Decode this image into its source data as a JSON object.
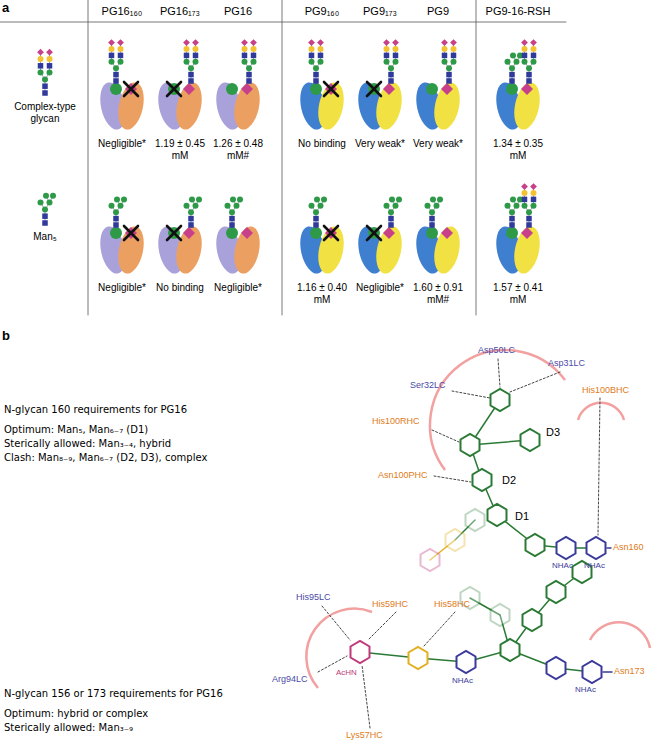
{
  "diagram": {
    "labels": [
      "a",
      "PG16₁₆₀",
      "PG16₁₇₃",
      "PG16",
      "PG9₁₆₀",
      "PG9₁₇₃",
      "PG9",
      "PG9-16-RSH",
      "Complex-type glycan",
      "Man₅",
      "Negligible*",
      "1.19 ± 0.45 mM",
      "1.26 ± 0.48 mM#",
      "No binding",
      "Very weak*",
      "Very weak*",
      "1.34 ± 0.35 mM",
      "Negligible*",
      "No binding",
      "Negligible*",
      "1.16 ± 0.40 mM",
      "Negligible*",
      "1.60 ± 0.91 mM#",
      "1.57 ± 0.41 mM",
      "b",
      "N-glycan 160 requirements for PG16",
      "Optimum: Man₅, Man₆₋₇ (D1)",
      "Sterically allowed: Man₃₋₄, hybrid",
      "Clash: Man₈₋₉, Man₆₋₇ (D2, D3), complex",
      "Asp50LC",
      "Asp31LC",
      "Ser32LC",
      "His100RHC",
      "Asn100PHC",
      "His100BHC",
      "D3",
      "D2",
      "D1",
      "Asn160",
      "NHAc",
      "NHAc",
      "N-glycan 156 or 173 requirements for PG16",
      "Optimum: hybrid or complex",
      "Sterically allowed: Man₃₋₉",
      "His95LC",
      "His59HC",
      "His58HC",
      "Arg94LC",
      "Lys57HC",
      "AcHN",
      "NHAc",
      "NHAc",
      "Asn173"
    ]
  }
}
